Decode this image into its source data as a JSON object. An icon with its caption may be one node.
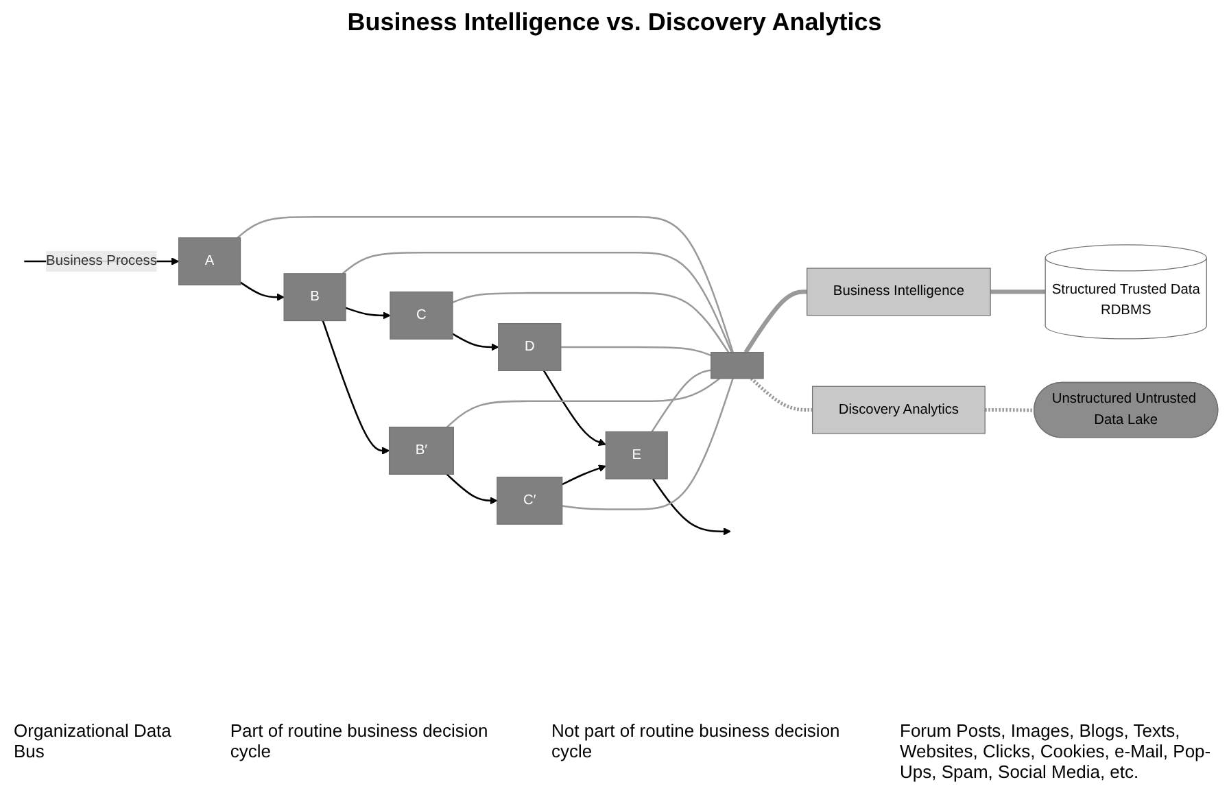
{
  "diagram": {
    "title": "Business Intelligence vs. Discovery Analytics",
    "nodes": [
      {
        "text": [
          "A"
        ]
      },
      {
        "text": [
          "B"
        ]
      },
      {
        "text": [
          "C"
        ]
      },
      {
        "text": [
          "D"
        ]
      },
      {
        "text": [
          "E"
        ]
      },
      {
        "text": [
          "B′"
        ]
      },
      {
        "text": [
          "C′"
        ]
      },
      {
        "text": [],
        "shape": "bar"
      },
      {
        "text": [
          "Business Intelligence"
        ]
      },
      {
        "text": [
          "Structured Trusted Data",
          "RDBMS"
        ]
      },
      {
        "text": [
          "Discovery Analytics"
        ]
      },
      {
        "text": [
          "Unstructured Untrusted Data Lake"
        ]
      }
    ],
    "edges": [
      {
        "from": null,
        "to": 0,
        "arrow": "to",
        "label": "Business Process",
        "color": "#000000"
      },
      {
        "from": 0,
        "to": 1,
        "arrow": "to",
        "color": "#000000"
      },
      {
        "from": 1,
        "to": 2,
        "arrow": "to",
        "color": "#000000"
      },
      {
        "from": 2,
        "to": 3,
        "arrow": "to",
        "color": "#000000"
      },
      {
        "from": 3,
        "to": 4,
        "arrow": "to",
        "color": "#000000"
      },
      {
        "from": 4,
        "to": null,
        "arrow": "to",
        "color": "#000000"
      },
      {
        "from": 1,
        "to": 5,
        "arrow": "to",
        "color": "#000000"
      },
      {
        "from": 5,
        "to": 6,
        "arrow": "to",
        "color": "#000000"
      },
      {
        "from": 6,
        "to": 4,
        "arrow": "to",
        "color": "#000000"
      },
      {
        "from": 0,
        "to": 7,
        "arrow": "none"
      },
      {
        "from": 1,
        "to": 7,
        "arrow": "none"
      },
      {
        "from": 2,
        "to": 7,
        "arrow": "none"
      },
      {
        "from": 3,
        "to": 7,
        "arrow": "none"
      },
      {
        "from": 4,
        "to": 7,
        "arrow": "none"
      },
      {
        "from": 5,
        "to": 7,
        "arrow": "none"
      },
      {
        "from": 6,
        "to": 7,
        "arrow": "none"
      },
      {
        "from": 7,
        "to": 8,
        "arrow": "none",
        "style": "thick"
      },
      {
        "from": 8,
        "to": 9,
        "arrow": "none",
        "style": "thick"
      },
      {
        "from": 7,
        "to": 10,
        "arrow": "none",
        "style": "dashed"
      },
      {
        "from": 10,
        "to": 11,
        "arrow": "none",
        "style": "dashed"
      }
    ],
    "labels": [
      "Organizational Data Bus",
      "Part of routine business decision cycle",
      "Not part of routine business decision cycle",
      "Forum Posts, Images, Blogs, Texts, Websites, Clicks, Cookies, e-Mail, Pop-Ups, Spam, Social Media, etc."
    ]
  }
}
